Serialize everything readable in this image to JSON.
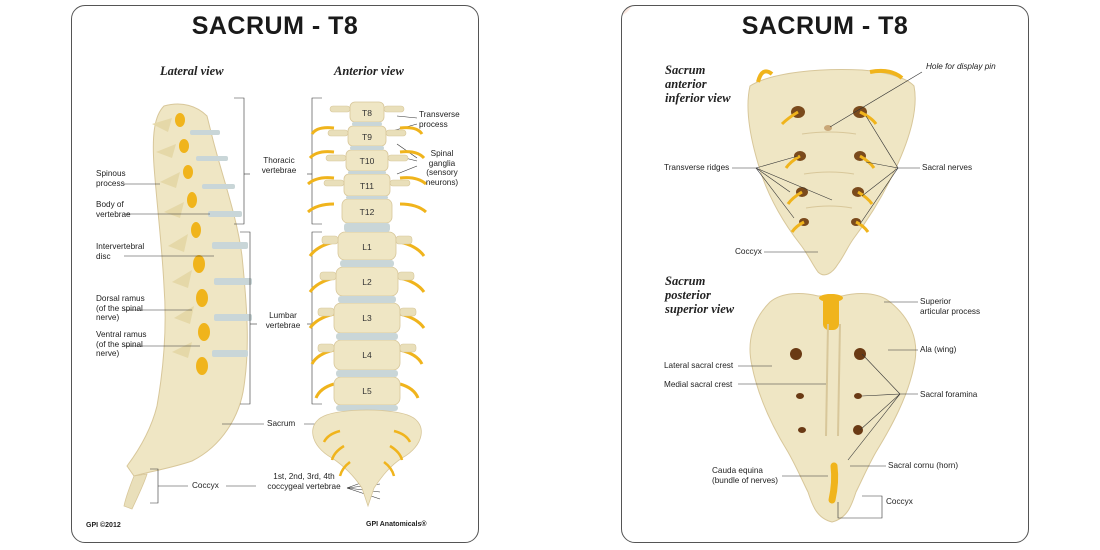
{
  "left_card": {
    "title": "SACRUM - T8",
    "lateral_heading": "Lateral view",
    "anterior_heading": "Anterior view",
    "labels": {
      "spinous_process": "Spinous\nprocess",
      "body_of_vertebrae": "Body of\nvertebrae",
      "intervertebral_disc": "Intervertebral\ndisc",
      "dorsal_ramus": "Dorsal ramus\n(of the spinal\nnerve)",
      "ventral_ramus": "Ventral ramus\n(of the spinal\nnerve)",
      "thoracic_vertebrae": "Thoracic\nvertebrae",
      "lumbar_vertebrae": "Lumbar\nvertebrae",
      "sacrum": "Sacrum",
      "coccyx": "Coccyx",
      "coccygeal_vertebrae": "1st, 2nd, 3rd, 4th\ncoccygeal vertebrae",
      "transverse_process": "Transverse\nprocess",
      "spinal_ganglia": "Spinal\nganglia\n(sensory\nneurons)"
    },
    "vertebra_labels": [
      "T8",
      "T9",
      "T10",
      "T11",
      "T12",
      "L1",
      "L2",
      "L3",
      "L4",
      "L5"
    ],
    "footer_left": "GPI ©2012",
    "footer_brand": "GPI Anatomicals®",
    "watermark": "GPI Anatomicals®"
  },
  "right_card": {
    "title": "SACRUM - T8",
    "anterior_heading": "Sacrum\nanterior\ninferior view",
    "posterior_heading": "Sacrum\nposterior\nsuperior view",
    "labels": {
      "hole_display_pin": "Hole for display pin",
      "transverse_ridges": "Transverse ridges",
      "sacral_nerves": "Sacral nerves",
      "coccyx_top": "Coccyx",
      "superior_articular": "Superior\narticular process",
      "ala": "Ala (wing)",
      "lateral_sacral_crest": "Lateral sacral crest",
      "medial_sacral_crest": "Medial sacral crest",
      "sacral_foramina": "Sacral foramina",
      "sacral_cornu": "Sacral cornu (horn)",
      "cauda_equina": "Cauda equina\n(bundle of nerves)",
      "coccyx_bottom": "Coccyx"
    },
    "watermark": "GPI Anatomicals®"
  },
  "colors": {
    "bone": "#efe6c4",
    "bone_shadow": "#d8c79a",
    "disc": "#c9d6d8",
    "nerve": "#f0b41c",
    "watermark": "#f2b49a"
  }
}
